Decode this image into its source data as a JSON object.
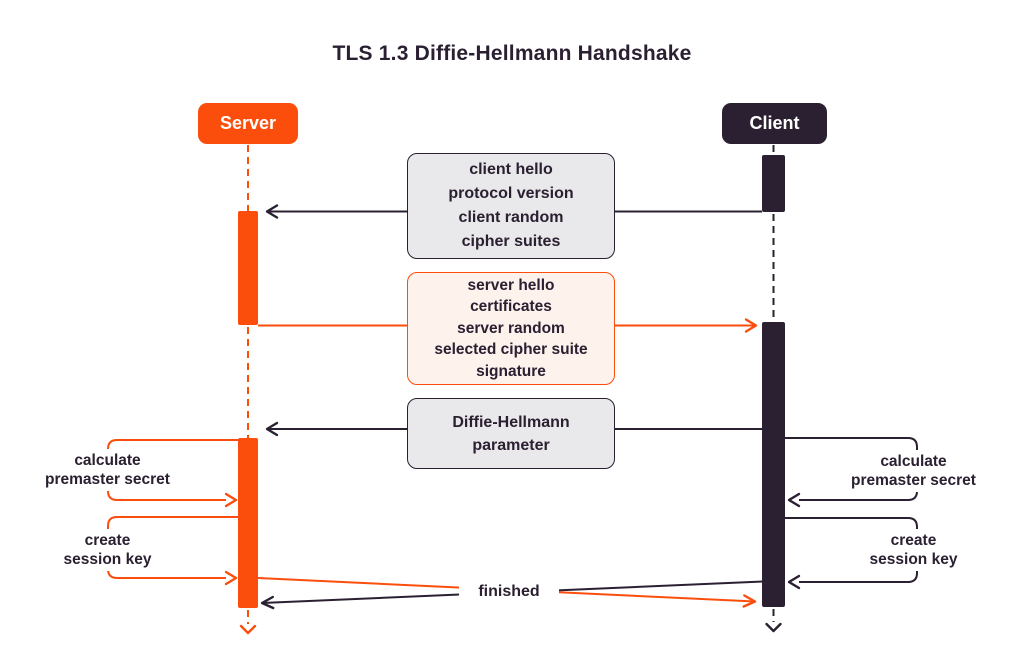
{
  "title": "TLS 1.3 Diffie-Hellmann Handshake",
  "colors": {
    "accent_orange": "#fb4e0d",
    "dark": "#2b2032",
    "gray_box_fill": "#e9e8ea",
    "gray_box_border": "#2b2032",
    "peach_box_fill": "#fdf2ec",
    "peach_box_border": "#fb4e0d",
    "background": "#ffffff"
  },
  "actors": {
    "server": {
      "label": "Server",
      "color": "#fb4e0d"
    },
    "client": {
      "label": "Client",
      "color": "#2b2032"
    }
  },
  "messages": {
    "client_hello": {
      "from": "Client",
      "to": "Server",
      "lines": [
        "client hello",
        "protocol version",
        "client random",
        "cipher suites"
      ]
    },
    "server_hello": {
      "from": "Server",
      "to": "Client",
      "lines": [
        "server hello",
        "certificates",
        "server random",
        "selected cipher suite",
        "signature"
      ]
    },
    "dh_parameter": {
      "from": "Client",
      "to": "Server",
      "lines": [
        "Diffie-Hellmann",
        "parameter"
      ]
    },
    "finished": {
      "label": "finished",
      "from": "both",
      "to": "both"
    }
  },
  "self_actions": {
    "server": [
      {
        "lines": [
          "calculate",
          "premaster secret"
        ]
      },
      {
        "lines": [
          "create",
          "session key"
        ]
      }
    ],
    "client": [
      {
        "lines": [
          "calculate",
          "premaster secret"
        ]
      },
      {
        "lines": [
          "create",
          "session key"
        ]
      }
    ]
  }
}
